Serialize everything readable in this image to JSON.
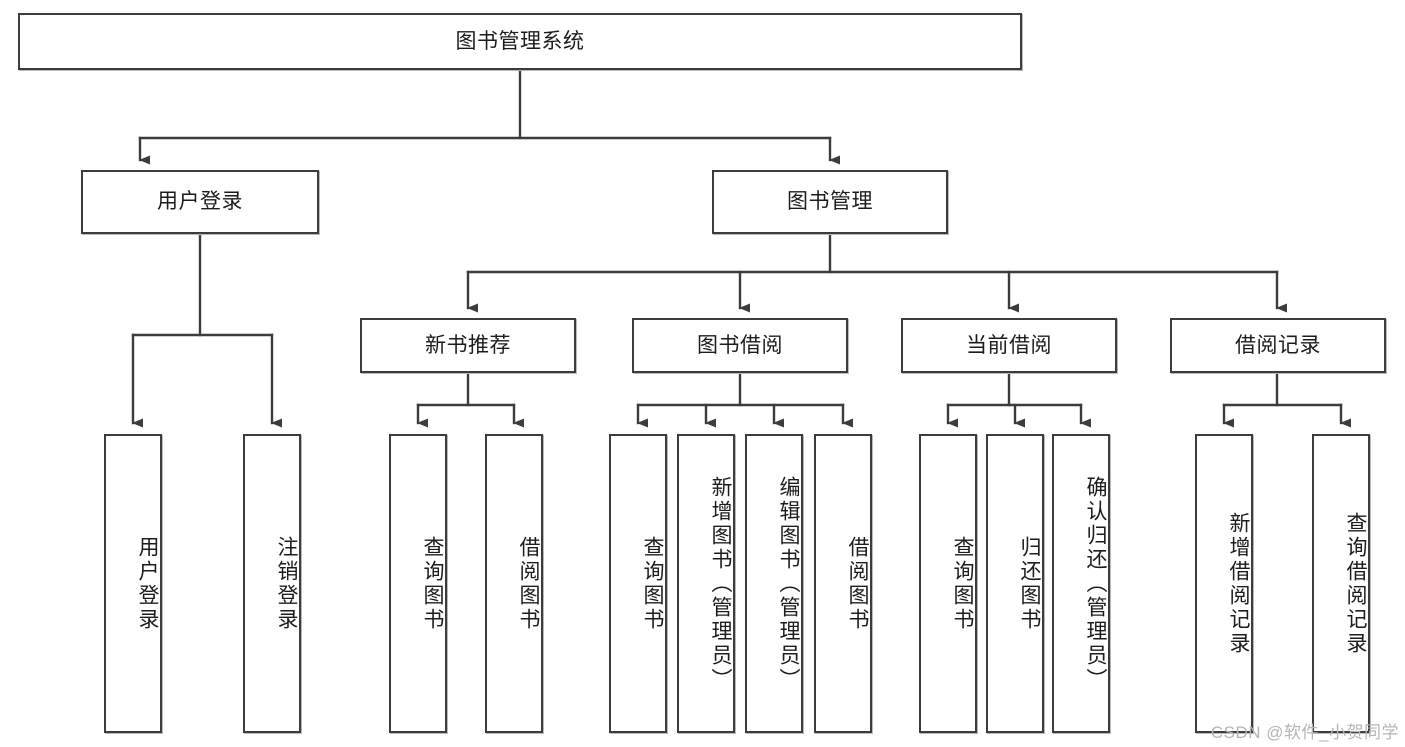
{
  "diagram": {
    "title": "图书管理系统",
    "type": "tree",
    "watermark": "CSDN @软件_小贺同学",
    "colors": {
      "stroke": "#3c3c3c",
      "fill": "#ffffff",
      "text": "#1c1c1c",
      "watermark": "#b5b5b5"
    },
    "root": {
      "label": "图书管理系统",
      "orientation": "horizontal"
    },
    "level2": [
      {
        "label": "用户登录",
        "orientation": "horizontal"
      },
      {
        "label": "图书管理",
        "orientation": "horizontal"
      }
    ],
    "level3": [
      {
        "label": "新书推荐",
        "orientation": "horizontal"
      },
      {
        "label": "图书借阅",
        "orientation": "horizontal"
      },
      {
        "label": "当前借阅",
        "orientation": "horizontal"
      },
      {
        "label": "借阅记录",
        "orientation": "horizontal"
      }
    ],
    "leaves": {
      "user_login": [
        {
          "label": "用户登录",
          "orientation": "vertical"
        },
        {
          "label": "注销登录",
          "orientation": "vertical"
        }
      ],
      "new_book_recommend": [
        {
          "label": "查询图书",
          "orientation": "vertical"
        },
        {
          "label": "借阅图书",
          "orientation": "vertical"
        }
      ],
      "book_borrow": [
        {
          "label": "查询图书",
          "orientation": "vertical"
        },
        {
          "label": "新增图书（管理员）",
          "orientation": "vertical"
        },
        {
          "label": "编辑图书（管理员）",
          "orientation": "vertical"
        },
        {
          "label": "借阅图书",
          "orientation": "vertical"
        }
      ],
      "current_borrow": [
        {
          "label": "查询图书",
          "orientation": "vertical"
        },
        {
          "label": "归还图书",
          "orientation": "vertical"
        },
        {
          "label": "确认归还（管理员）",
          "orientation": "vertical"
        }
      ],
      "borrow_record": [
        {
          "label": "新增借阅记录",
          "orientation": "vertical"
        },
        {
          "label": "查询借阅记录",
          "orientation": "vertical"
        }
      ]
    }
  }
}
